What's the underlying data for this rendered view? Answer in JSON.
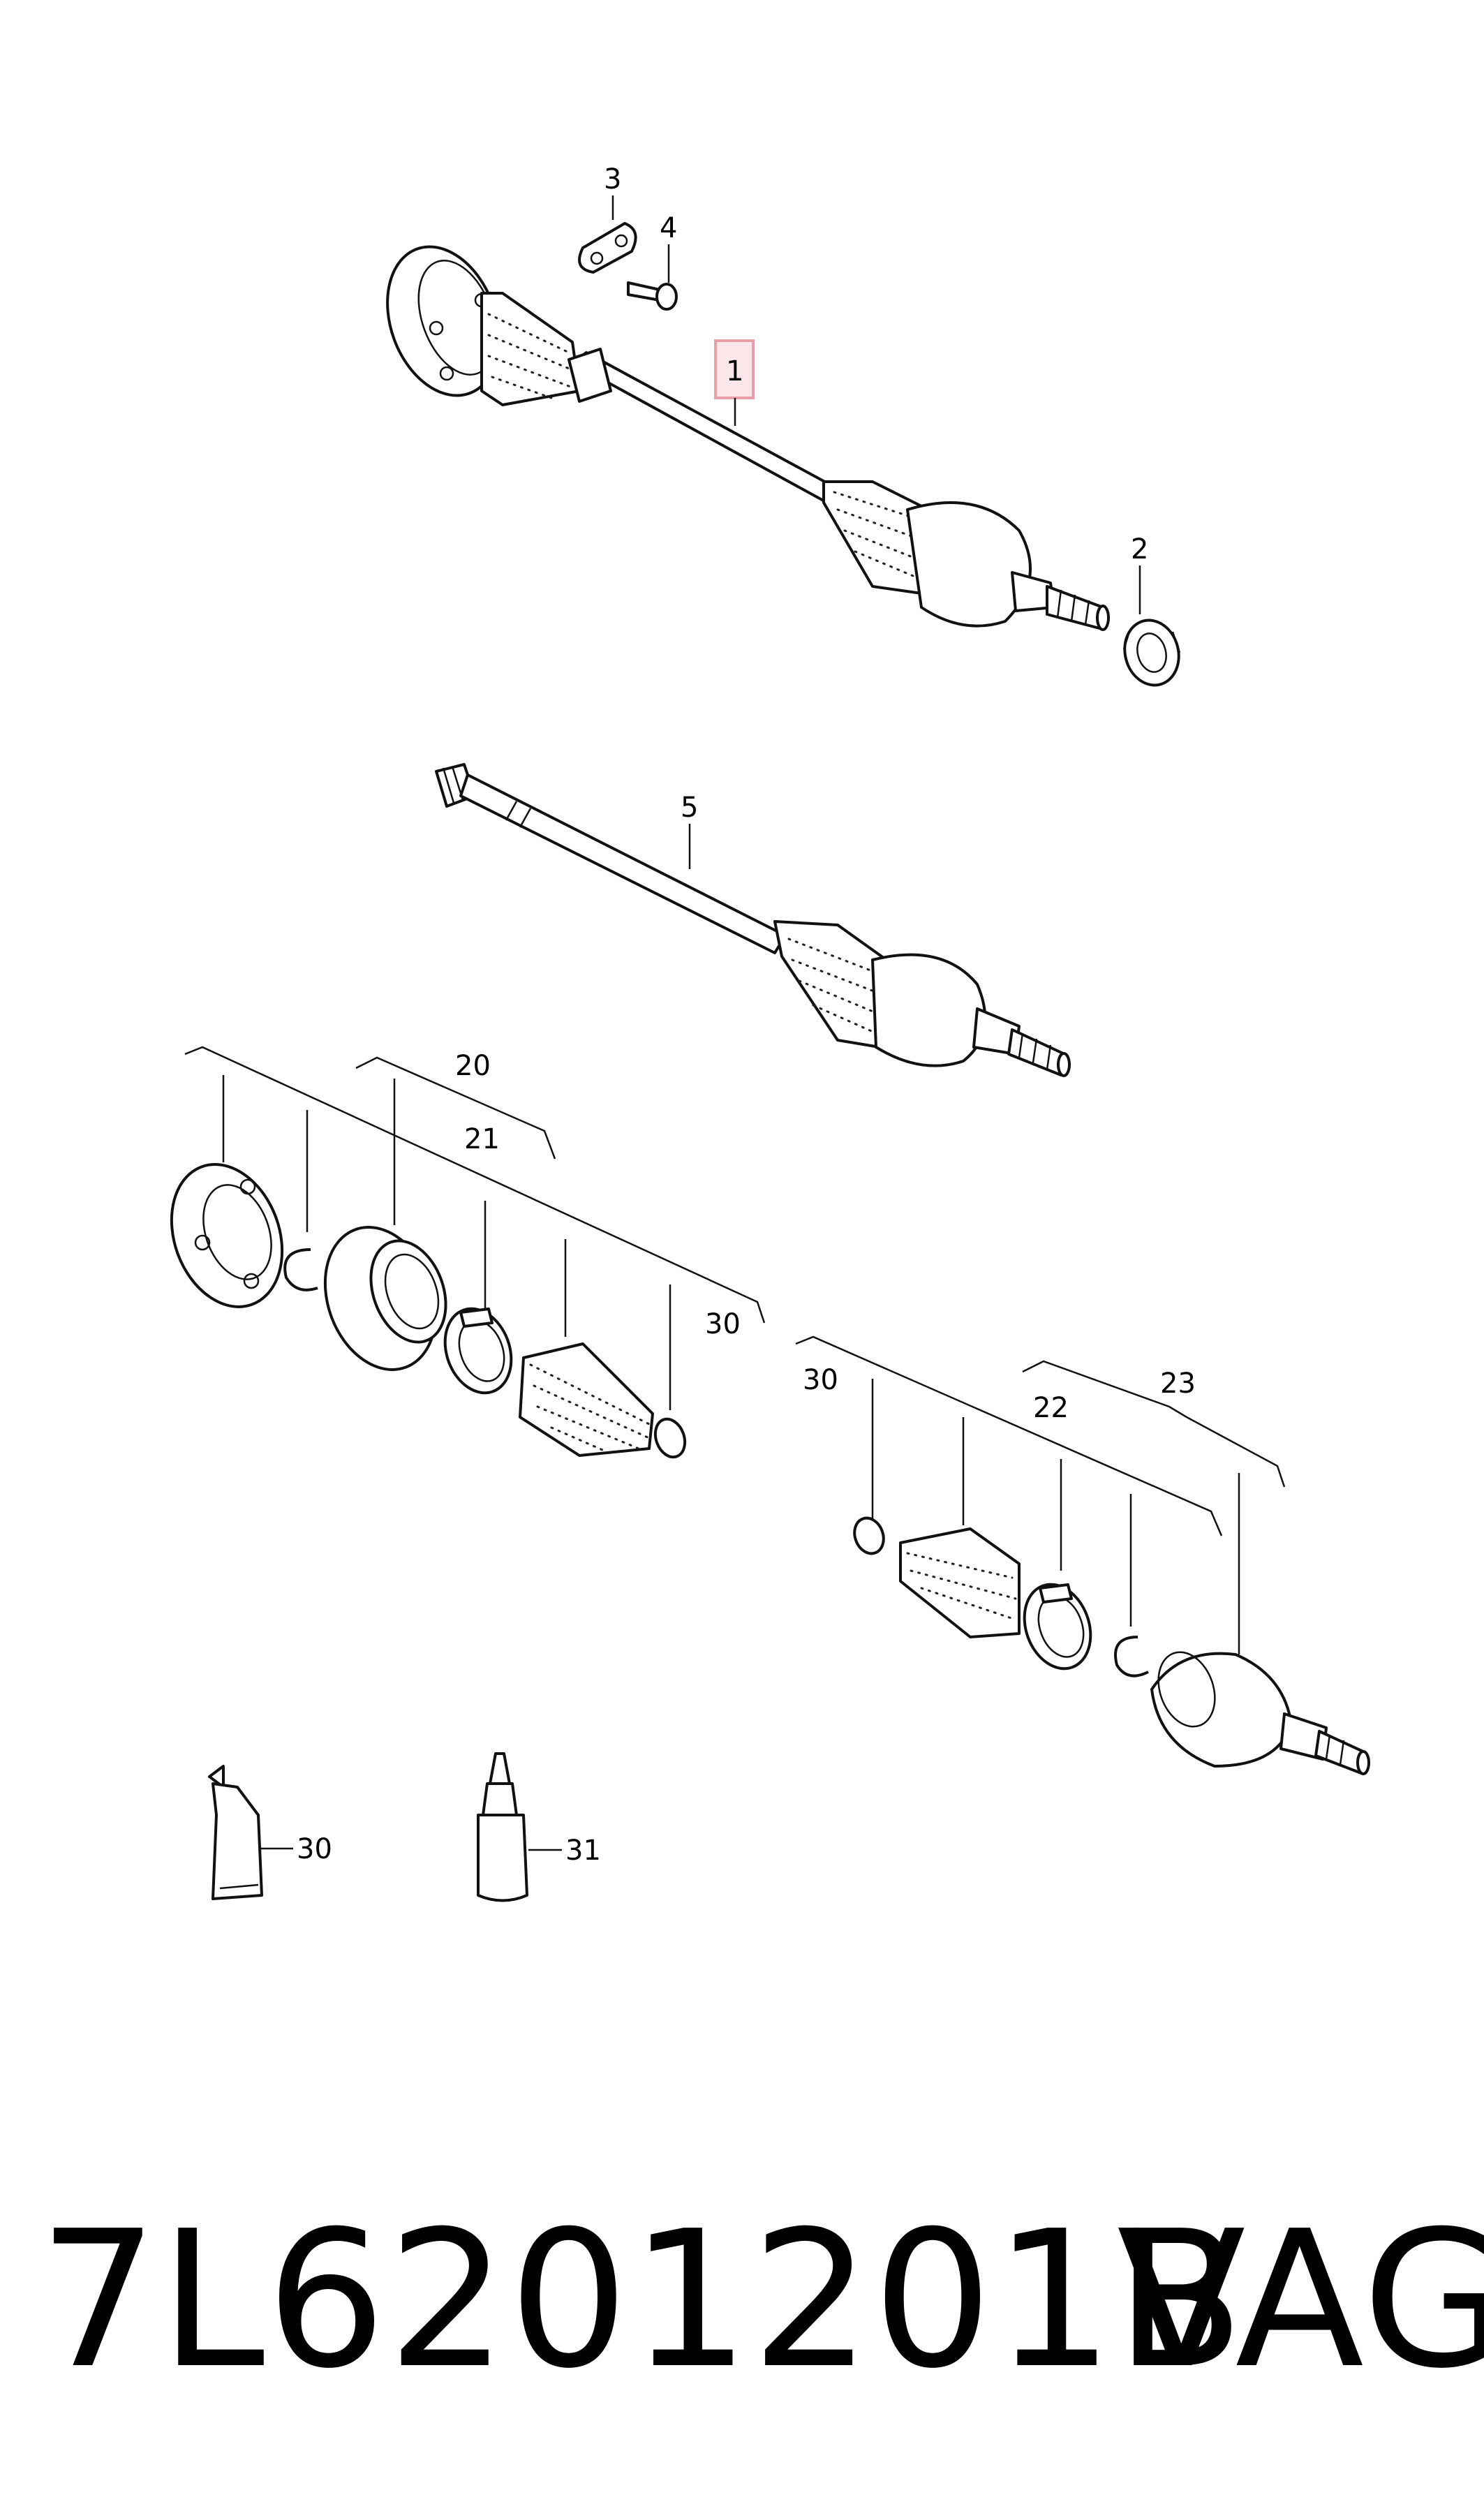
{
  "callouts": {
    "c1": "1",
    "c2": "2",
    "c3": "3",
    "c4": "4",
    "c5": "5",
    "c20": "20",
    "c21": "21",
    "c30a": "30",
    "c30b": "30",
    "c22": "22",
    "c23": "23",
    "c30c": "30",
    "c31": "31"
  },
  "highlight_color": "#e8a0a8",
  "footer": {
    "part_number": "7L6201201B",
    "brand": "VAG"
  }
}
